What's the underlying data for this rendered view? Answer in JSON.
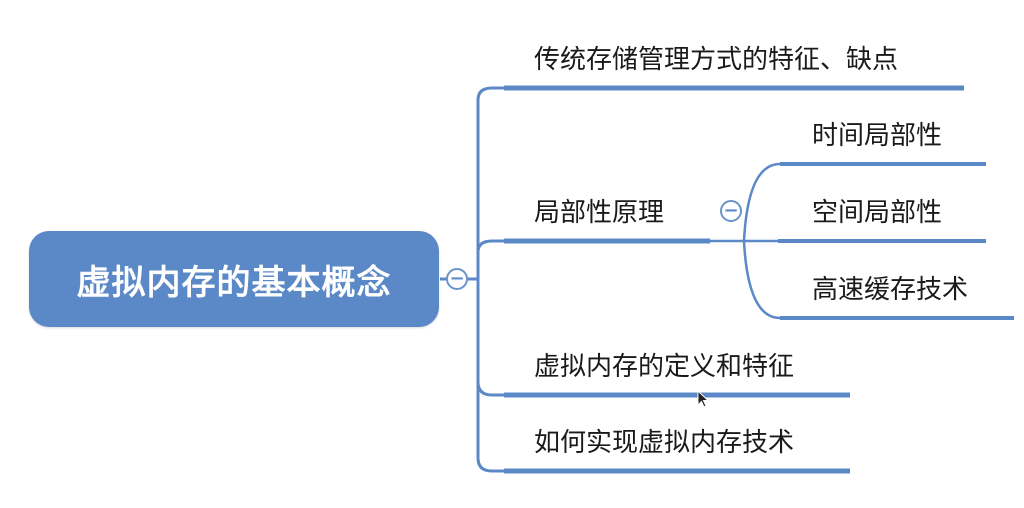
{
  "root": {
    "label": "虚拟内存的基本概念"
  },
  "branches": [
    {
      "label": "传统存储管理方式的特征、缺点"
    },
    {
      "label": "局部性原理",
      "children": [
        {
          "label": "时间局部性"
        },
        {
          "label": "空间局部性"
        },
        {
          "label": "高速缓存技术"
        }
      ]
    },
    {
      "label": "虚拟内存的定义和特征"
    },
    {
      "label": "如何实现虚拟内存技术"
    }
  ],
  "collapse_symbol": "−",
  "colors": {
    "root_fill": "#5b88c6",
    "line": "#5b88c6",
    "text": "#1a1a1a"
  }
}
